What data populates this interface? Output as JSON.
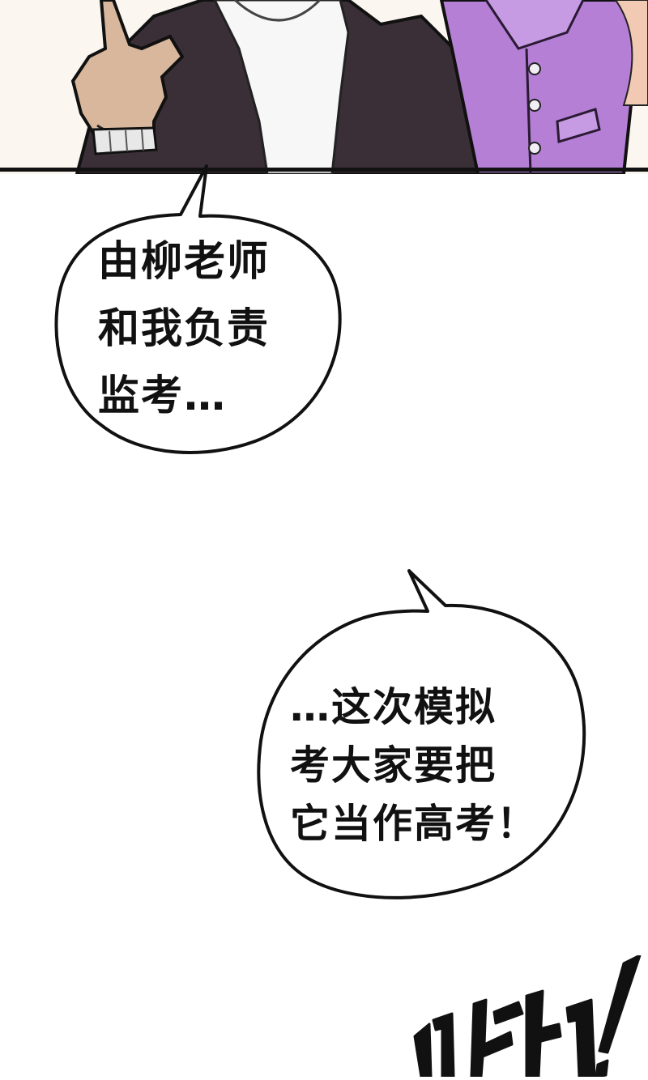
{
  "page": {
    "background": "#ffffff",
    "panel_border_color": "#111111"
  },
  "top_panel": {
    "colors": {
      "skin": "#d8b79c",
      "jacket": "#3a2f36",
      "shirt": "#f7f7f7",
      "suit": "#b57fd6",
      "hair": "#f2c9b3"
    }
  },
  "bubbles": [
    {
      "lines": [
        "由柳老师",
        "和我负责",
        "监考…"
      ]
    },
    {
      "lines": [
        "…这次模拟",
        "考大家要把",
        "它当作高考！"
      ]
    }
  ]
}
